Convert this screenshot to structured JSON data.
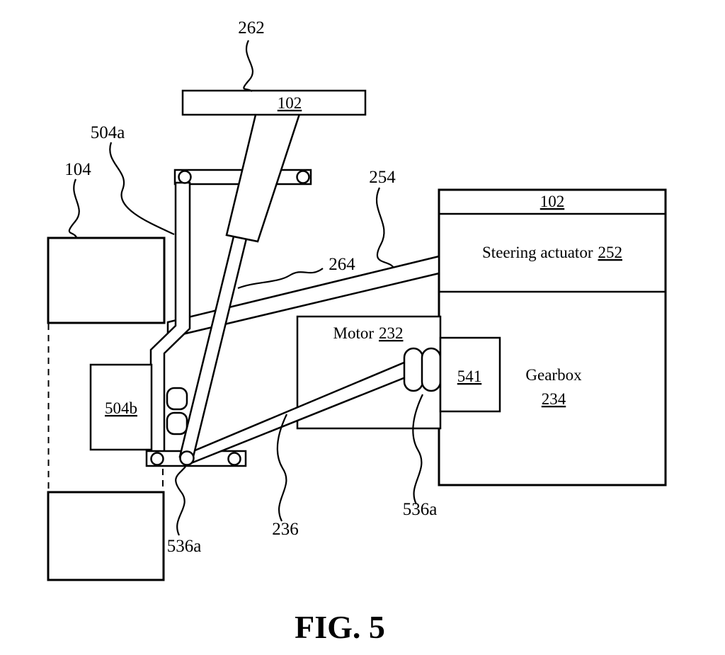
{
  "caption": "FIG. 5",
  "colors": {
    "ink": "#000000",
    "background": "#ffffff"
  },
  "parts": {
    "steering_wheel_ref": "102",
    "actuator_housing_ref": "102",
    "steering_actuator": {
      "label": "Steering actuator",
      "ref": "252"
    },
    "motor": {
      "label": "Motor",
      "ref": "232"
    },
    "gearbox": {
      "label": "Gearbox",
      "ref": "234"
    },
    "coupler": {
      "ref": "541"
    },
    "knuckle": {
      "ref": "504b"
    }
  },
  "callouts": {
    "steering_column": "262",
    "upper_arm": "504a",
    "wheel": "104",
    "upper_tie_rod": "254",
    "intermediate_shaft": "264",
    "lower_tie_rod": "236",
    "lower_joint": "536a",
    "right_joint": "536a"
  }
}
